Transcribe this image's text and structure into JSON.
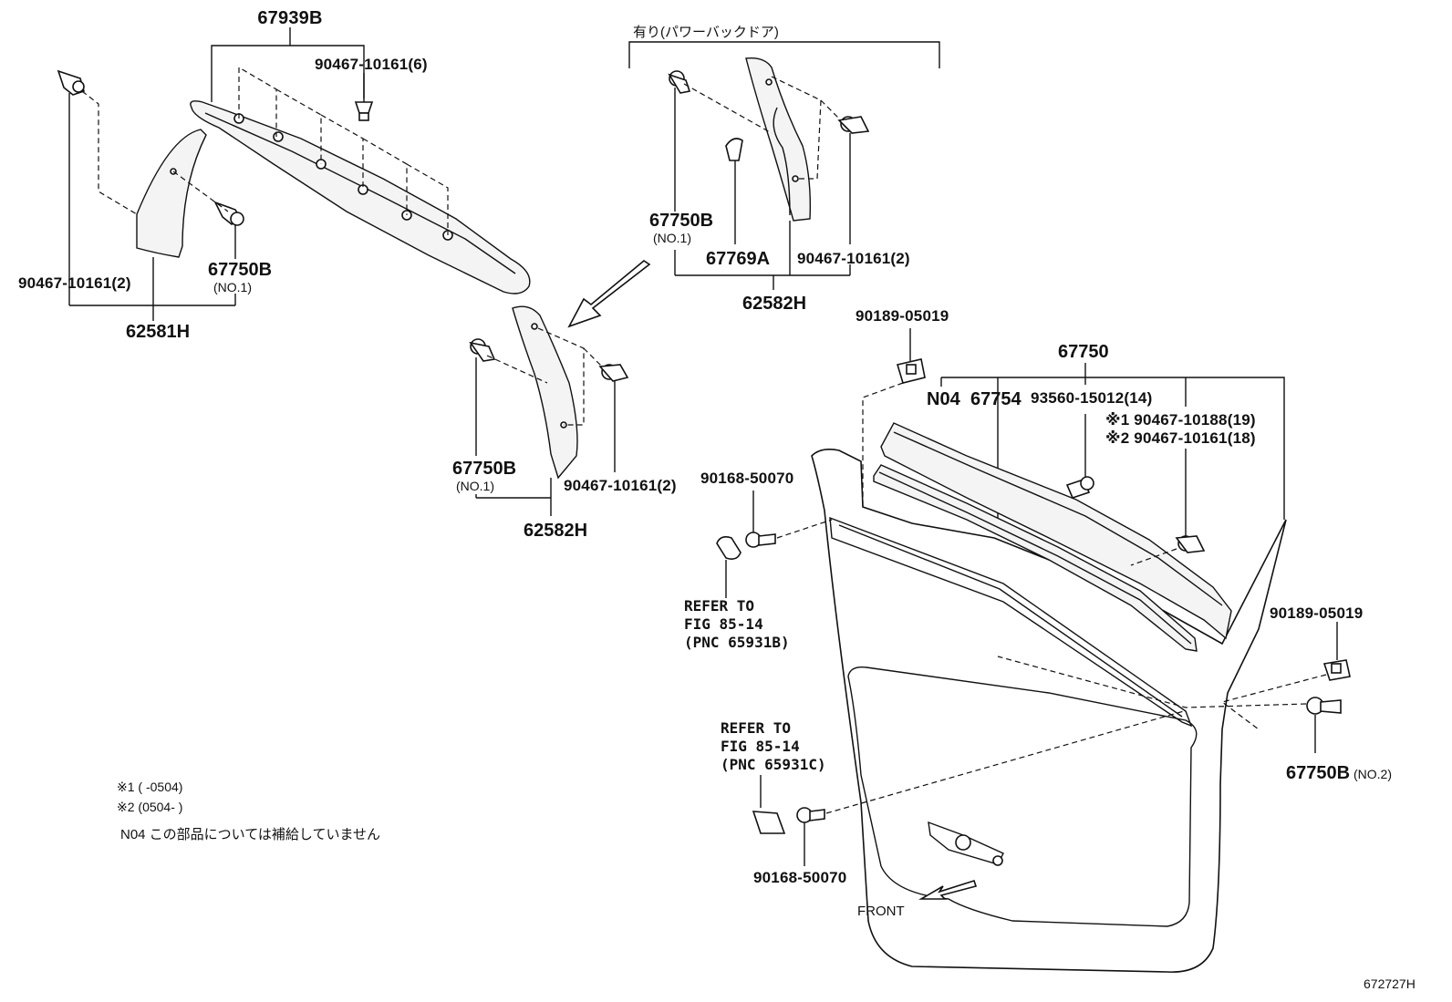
{
  "labels": {
    "p67939B": "67939B",
    "p9046710161_6": "90467-10161(6)",
    "p9046710161_2a": "90467-10161(2)",
    "p67750B_a": "67750B",
    "no1_a": "(NO.1)",
    "p62581H": "62581H",
    "variant": "有り(パワーバックドア)",
    "p67750B_b": "67750B",
    "no1_b": "(NO.1)",
    "p67769A": "67769A",
    "p9046710161_2b": "90467-10161(2)",
    "p62582H_a": "62582H",
    "p67750B_c": "67750B",
    "no1_c": "(NO.1)",
    "p9046710161_2c": "90467-10161(2)",
    "p62582H_b": "62582H",
    "p9018905019_a": "90189-05019",
    "p67750": "67750",
    "n04": "N04",
    "p67754": "67754",
    "p9356015012": "93560-15012(14)",
    "p9046710188": "※1 90467-10188(19)",
    "p9046710161_18": "※2 90467-10161(18)",
    "p9016850070_a": "90168-50070",
    "ref1_l1": "REFER TO",
    "ref1_l2": "FIG 85-14",
    "ref1_l3": "(PNC 65931B)",
    "p9018905019_b": "90189-05019",
    "ref2_l1": "REFER TO",
    "ref2_l2": "FIG 85-14",
    "ref2_l3": "(PNC 65931C)",
    "p67750B_d": "67750B",
    "no2": "(NO.2)",
    "p9016850070_b": "90168-50070",
    "front": "FRONT",
    "note1": "※1 (        -0504)",
    "note2": "※2 (0504-        )",
    "note3": "N04   この部品については補給していません",
    "figno": "672727H"
  }
}
